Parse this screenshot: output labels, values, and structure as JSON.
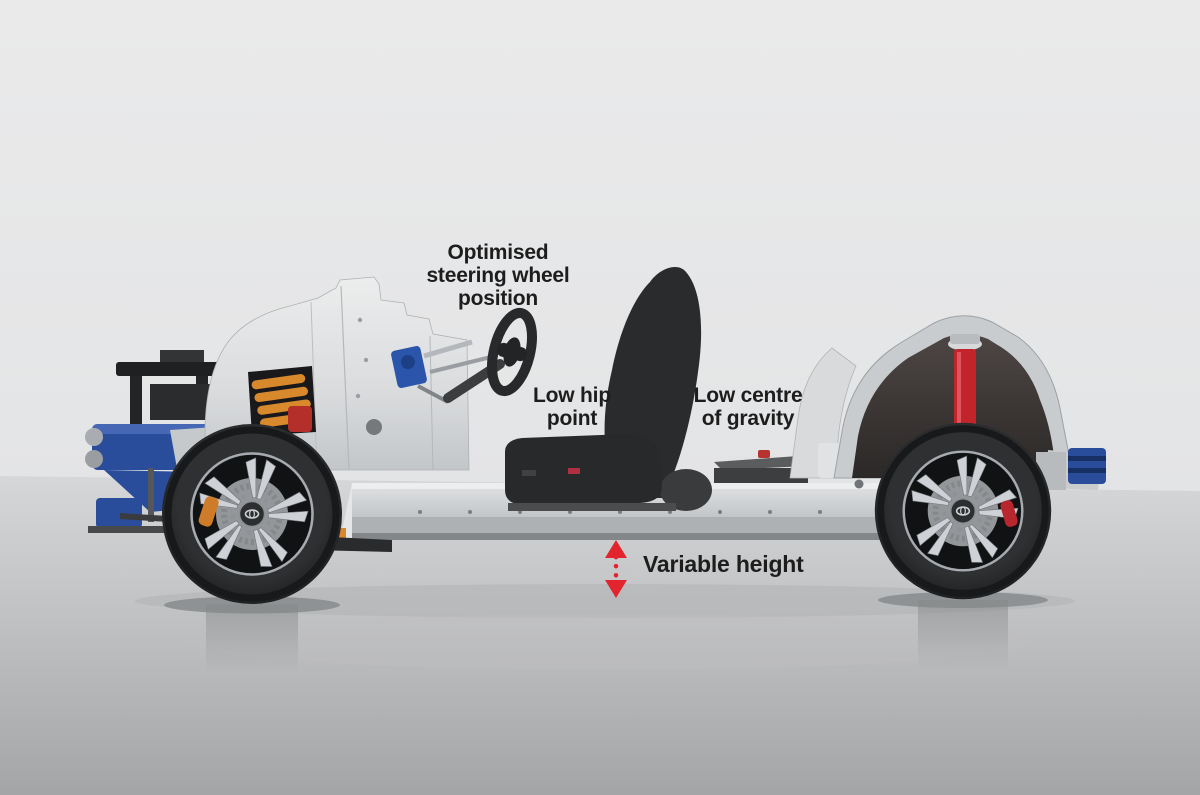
{
  "annotations": {
    "steering_wheel": {
      "text": "Optimised\nsteering wheel\nposition"
    },
    "hip_point": {
      "text": "Low hip\npoint"
    },
    "centre_of_gravity": {
      "text": "Low centre\nof gravity"
    },
    "variable_height": {
      "text": "Variable height"
    }
  },
  "colors": {
    "text": "#1d1d1d",
    "arrow_red": "#e2242e",
    "frame_blue": "#2a4d9b",
    "spring_orange": "#d8892c",
    "shock_red": "#c2242c",
    "wall_grey": "#e8e9ea",
    "floor_grey": "#a7a8a9"
  }
}
